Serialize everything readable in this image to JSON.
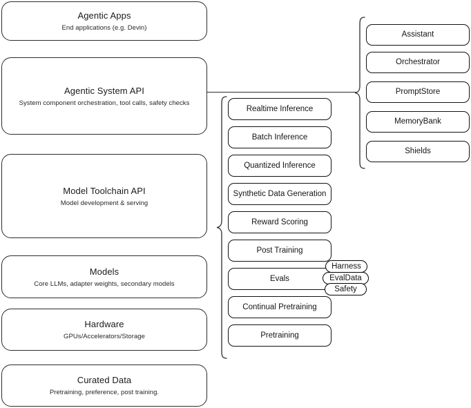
{
  "diagram": {
    "title": "AI stack layered architecture diagram",
    "colors": {
      "background": "#ffffff",
      "stroke": "#000000",
      "layer_stroke": "#2b2b2b",
      "text": "#1a1a1a"
    }
  },
  "layers": [
    {
      "id": "agentic-apps",
      "title": "Agentic Apps",
      "subtitle": "End applications (e.g. Devin)"
    },
    {
      "id": "agentic-system-api",
      "title": "Agentic System API",
      "subtitle": "System component orchestration, tool calls, safety checks"
    },
    {
      "id": "model-toolchain-api",
      "title": "Model Toolchain API",
      "subtitle": "Model development & serving"
    },
    {
      "id": "models",
      "title": "Models",
      "subtitle": "Core LLMs, adapter weights, secondary models"
    },
    {
      "id": "hardware",
      "title": "Hardware",
      "subtitle": "GPUs/Accelerators/Storage"
    },
    {
      "id": "curated-data",
      "title": "Curated Data",
      "subtitle": "Pretraining, preference, post training."
    }
  ],
  "toolchain_components": [
    {
      "id": "realtime-inference",
      "label": "Realtime Inference"
    },
    {
      "id": "batch-inference",
      "label": "Batch Inference"
    },
    {
      "id": "quantized-inference",
      "label": "Quantized Inference"
    },
    {
      "id": "synthetic-data-generation",
      "label": "Synthetic Data Generation"
    },
    {
      "id": "reward-scoring",
      "label": "Reward Scoring"
    },
    {
      "id": "post-training",
      "label": "Post Training"
    },
    {
      "id": "evals",
      "label": "Evals"
    },
    {
      "id": "continual-pretraining",
      "label": "Continual Pretraining"
    },
    {
      "id": "pretraining",
      "label": "Pretraining"
    }
  ],
  "evals_subcomponents": [
    {
      "id": "harness",
      "label": "Harness"
    },
    {
      "id": "evaldata",
      "label": "EvalData"
    },
    {
      "id": "safety",
      "label": "Safety"
    }
  ],
  "system_components": [
    {
      "id": "assistant",
      "label": "Assistant"
    },
    {
      "id": "orchestrator",
      "label": "Orchestrator"
    },
    {
      "id": "promptstore",
      "label": "PromptStore"
    },
    {
      "id": "memorybank",
      "label": "MemoryBank"
    },
    {
      "id": "shields",
      "label": "Shields"
    }
  ]
}
